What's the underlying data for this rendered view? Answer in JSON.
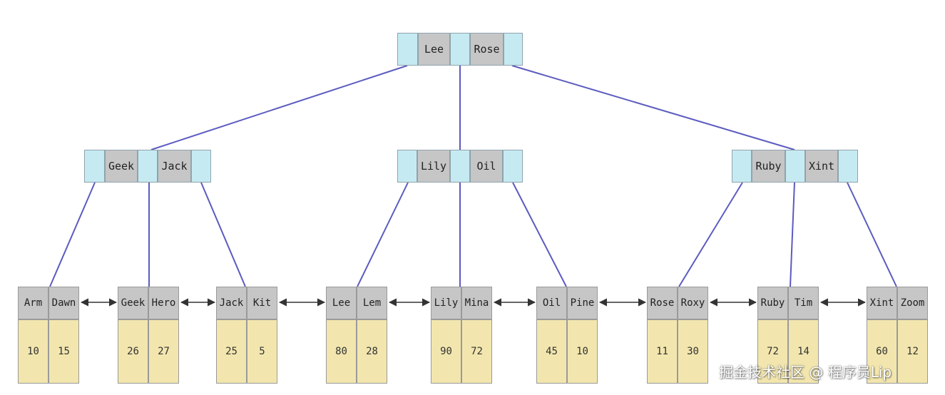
{
  "tree": {
    "root": {
      "keys": [
        "Lee",
        "Rose"
      ]
    },
    "internal_nodes": [
      {
        "keys": [
          "Geek",
          "Jack"
        ]
      },
      {
        "keys": [
          "Lily",
          "Oil"
        ]
      },
      {
        "keys": [
          "Ruby",
          "Xint"
        ]
      }
    ],
    "leaves": [
      {
        "keys": [
          "Arm",
          "Dawn"
        ],
        "values": [
          "10",
          "15"
        ]
      },
      {
        "keys": [
          "Geek",
          "Hero"
        ],
        "values": [
          "26",
          "27"
        ]
      },
      {
        "keys": [
          "Jack",
          "Kit"
        ],
        "values": [
          "25",
          "5"
        ]
      },
      {
        "keys": [
          "Lee",
          "Lem"
        ],
        "values": [
          "80",
          "28"
        ]
      },
      {
        "keys": [
          "Lily",
          "Mina"
        ],
        "values": [
          "90",
          "72"
        ]
      },
      {
        "keys": [
          "Oil",
          "Pine"
        ],
        "values": [
          "45",
          "10"
        ]
      },
      {
        "keys": [
          "Rose",
          "Roxy"
        ],
        "values": [
          "11",
          "30"
        ]
      },
      {
        "keys": [
          "Ruby",
          "Tim"
        ],
        "values": [
          "72",
          "14"
        ]
      },
      {
        "keys": [
          "Xint",
          "Zoom"
        ],
        "values": [
          "60",
          "12"
        ]
      }
    ]
  },
  "colors": {
    "pointer_cell": "#c6eaf2",
    "key_cell": "#c6c6c6",
    "value_cell": "#f2e6ae",
    "edge_line": "#5b5bc0",
    "leaf_link": "#333333"
  },
  "watermark": "掘金技术社区 @ 程序员Lip"
}
